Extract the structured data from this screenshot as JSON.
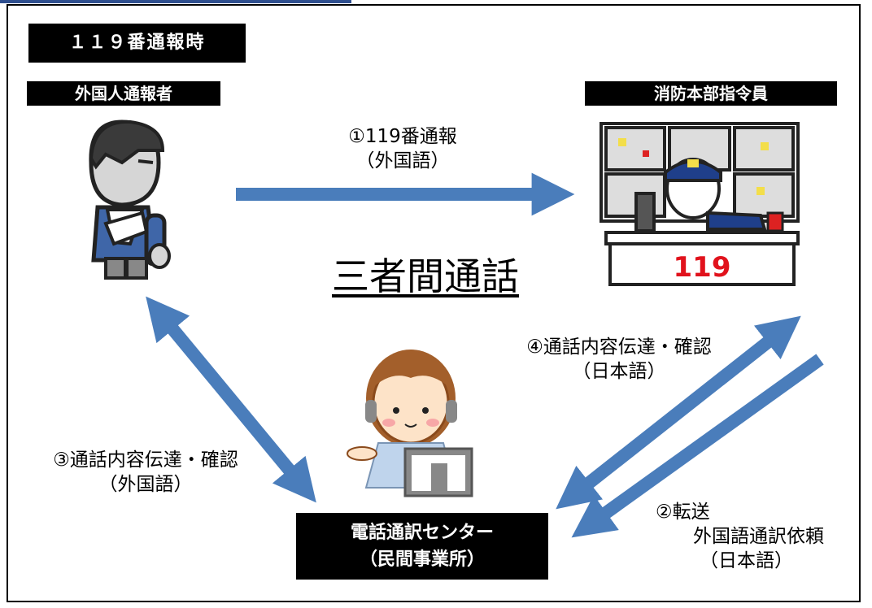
{
  "header": {
    "title": "１１９番通報時"
  },
  "nodes": {
    "caller": "外国人通報者",
    "dispatcher": "消防本部指令員",
    "center_line1": "電話通訳センター",
    "center_line2": "（民間事業所）"
  },
  "center_title": "三者間通話",
  "steps": {
    "s1_line1": "①119番通報",
    "s1_line2": "（外国語）",
    "s2_line1": "②転送",
    "s2_line2": "外国語通訳依頼",
    "s2_line3": "（日本語）",
    "s3_line1": "③通話内容伝達・確認",
    "s3_line2": "（外国語）",
    "s4_line1": "④通話内容伝達・確認",
    "s4_line2": "（日本語）"
  },
  "illustration": {
    "counter_number": "119"
  },
  "colors": {
    "arrow": "#4a7dbb",
    "label_bg": "#000000",
    "accent": "#2f4f8f"
  }
}
